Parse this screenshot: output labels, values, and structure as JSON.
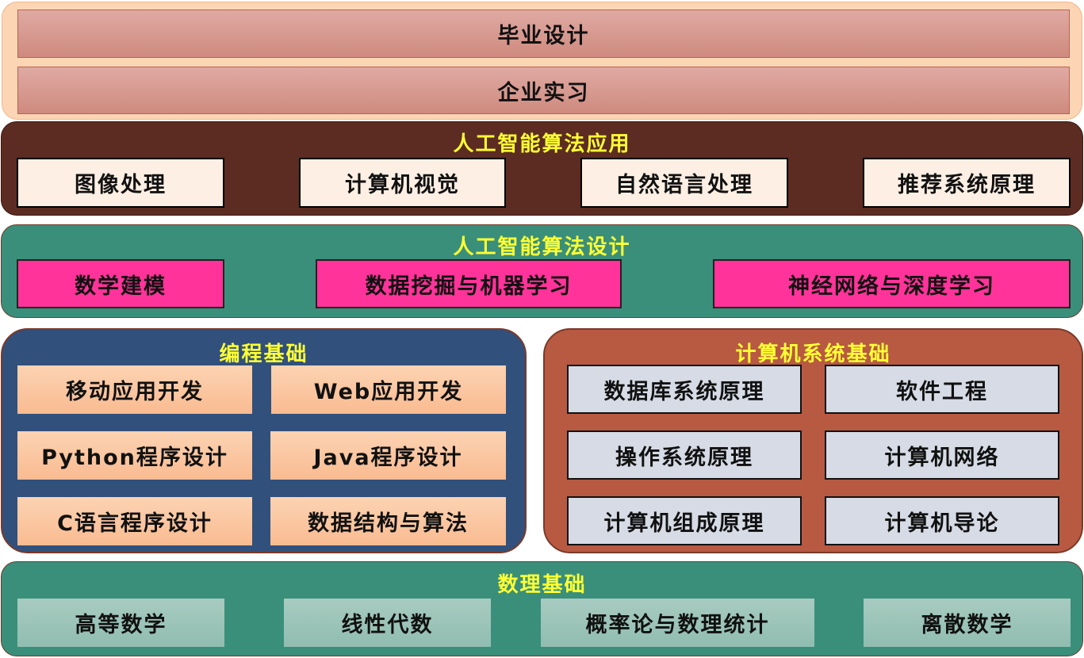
{
  "top": {
    "items": [
      "毕业设计",
      "企业实习"
    ]
  },
  "ai_app": {
    "title": "人工智能算法应用",
    "items": [
      "图像处理",
      "计算机视觉",
      "自然语言处理",
      "推荐系统原理"
    ]
  },
  "ai_design": {
    "title": "人工智能算法设计",
    "items": [
      "数学建模",
      "数据挖掘与机器学习",
      "神经网络与深度学习"
    ]
  },
  "programming": {
    "title": "编程基础",
    "items": [
      "移动应用开发",
      "Web应用开发",
      "Python程序设计",
      "Java程序设计",
      "C语言程序设计",
      "数据结构与算法"
    ]
  },
  "systems": {
    "title": "计算机系统基础",
    "items": [
      "数据库系统原理",
      "软件工程",
      "操作系统原理",
      "计算机网络",
      "计算机组成原理",
      "计算机导论"
    ]
  },
  "math": {
    "title": "数理基础",
    "items": [
      "高等数学",
      "线性代数",
      "概率论与数理统计",
      "离散数学"
    ]
  }
}
